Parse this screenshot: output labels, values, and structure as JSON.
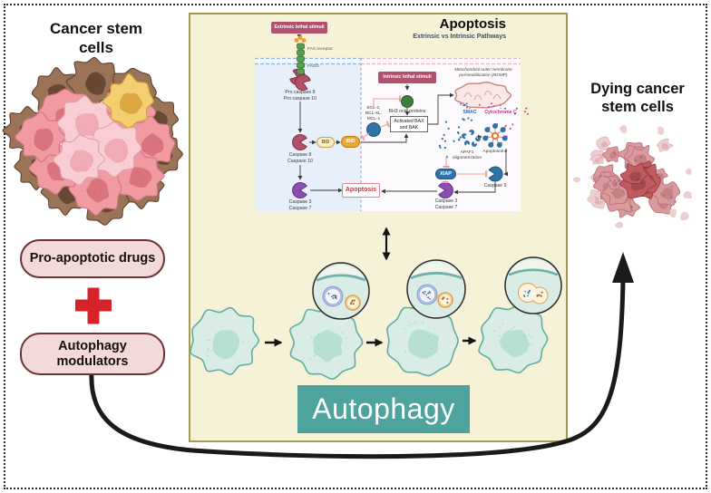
{
  "left": {
    "title": "Cancer stem\ncells",
    "pro_apoptotic": "Pro-apoptotic drugs",
    "autophagy_modulators": "Autophagy\nmodulators"
  },
  "right": {
    "title": "Dying cancer\nstem cells"
  },
  "panel": {
    "title": "Apoptosis",
    "subtitle": "Extrinsic vs Intrinsic Pathways",
    "autophagy_label": "Autophagy",
    "pathway": {
      "extrinsic_badge": "Extrinsic lethal stimuli",
      "intrinsic_badge": "Intrinsic lethal stimuli",
      "fas_receptor": "FAS receptor",
      "fadd": "FADD",
      "pro_caspase": "Pro caspase 8\nPro caspase 10",
      "caspase_8_10": "Caspase 8\nCaspase 10",
      "bid": "BID",
      "tbid": "tBID",
      "bh3": "BH3 only proteins",
      "bcl2": "BCL-2,\nBCL-XL,\nMCL-1",
      "bax_box": "Activated BAX\nand BAK",
      "momp": "Mitochondrial outer membrane\npermeabilization (MOMP)",
      "smac": "SMAC",
      "cytochrome_c": "Cytochrome C",
      "apaf1": "APAF1\noligomerization",
      "apoptosome": "Apoptosome",
      "xiap": "XIAP",
      "caspase_9": "Caspase 9",
      "caspase_3_7_left": "Caspase 3\nCaspase 7",
      "caspase_3_7_right": "Caspase 3\nCaspase 7",
      "apoptosis_badge": "Apoptosis"
    }
  },
  "icons": {
    "plus": "plus-icon",
    "double_arrow": "double-arrow-icon",
    "feedback_arrow": "curved-feedback-arrow-icon"
  },
  "colors": {
    "panel_bg": "#f6f2d8",
    "panel_border": "#a59a52",
    "cell_fill": "#d9ece5",
    "cell_stroke": "#5fae9f",
    "cell_nucleus": "#b7dfd4",
    "autophagy_box": "#4ea39c",
    "badge_pink": "#b2506e",
    "plus_red": "#d6232a",
    "pill_bg": "#f2dadb",
    "pill_border": "#6e3138",
    "arrow_black": "#1a1a1a",
    "salmon": "#ef9f9f",
    "node_blue": "#2e74a8",
    "node_green": "#3f7d3c",
    "node_purple": "#8b4fb0",
    "node_maroon": "#b34f66",
    "gold": "#e9a63b",
    "beige": "#f7ecca",
    "mito_fill": "#f9e8e6",
    "mito_stroke": "#c98884",
    "membrane_blue": "#8fb8e0",
    "membrane_pink": "#eeb3c0",
    "ext_bg": "#e7f0fa",
    "int_bg": "#fdfafd",
    "smac_blue": "#2b6cb0",
    "cytc_magenta": "#c2338f",
    "lyso_orange": "#dfa050",
    "autophagosome_blue": "#aebde2",
    "brown_cell": "#9b7457",
    "pink_cell": "#f19aa2",
    "lightpink_cell": "#f8cdd3",
    "yellow_cell": "#f3cf70",
    "dying_core": "#c05b60",
    "dying_mid": "#d99a9d",
    "dying_outer": "#eccfd0"
  }
}
